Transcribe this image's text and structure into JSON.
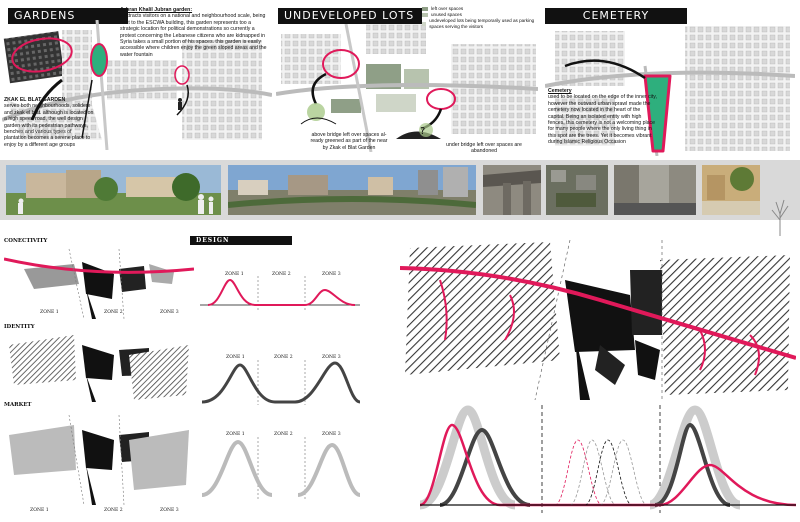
{
  "headers": {
    "gardens": "GARDENS",
    "lots": "UNDEVELOPED LOTS",
    "cemetery": "CEMETERY",
    "design_params": "DESIGN PARAMETERS"
  },
  "gardens": {
    "jubran_title": "Jubran Khalil Jubran garden:",
    "jubran_text": "It attracts visitors on a national and neighbourhood scale, being next to the ESCWA building, this garden represents too a strategic location for political demonstrations so currently a protest concerning the Lebanese citizens who are kidnapped in Syria takes a small portion of his spaces. this garden is easily accessible where children enjoy the green sloped areas and the water fountain",
    "zkak_title": "ZKAK EL BLAT GARDEN",
    "zkak_text": "serves both neighbourhoods, solidere and zkak el blat. although is located on a high speed road, the well design garden with its pedestrian pathways, benches and various types of plantation becomes a serene place to enjoy by a different age groups"
  },
  "lots": {
    "legend": [
      {
        "label": "left over spaces",
        "color": "#8f9f87"
      },
      {
        "label": "unused spaces",
        "color": "#b7c3ae"
      },
      {
        "label": "undeveloped lots being temporarily used as parking spaces serving the visitors",
        "color": "#cfd6c8"
      }
    ],
    "caption_left": "above bridge left over spaces al-ready greened as part of the near by Zkak el Blat Garden",
    "caption_right": "under bridge left over spaces are abandoned"
  },
  "cemetery": {
    "title": "Cemetery",
    "text": "used to be located on the edge of the inner city, however the outward urban sprawl made the cemetery now located in the heart of the capital. Being an isolated entity with high fences, this cemetery is not a welcoming place for many people where the only living thing in this spot are the trees. Yet it becomes vibrant during Islamic Religious Occasion"
  },
  "sections": {
    "connectivity": "CONECTIVITY",
    "identity": "IDENTITY",
    "market": "MARKET",
    "zone1": "ZONE 1",
    "zone2": "ZONE 2",
    "zone3": "ZONE 3"
  },
  "colors": {
    "accent": "#e0195a",
    "dark": "#111111",
    "hatch": "#888888"
  }
}
